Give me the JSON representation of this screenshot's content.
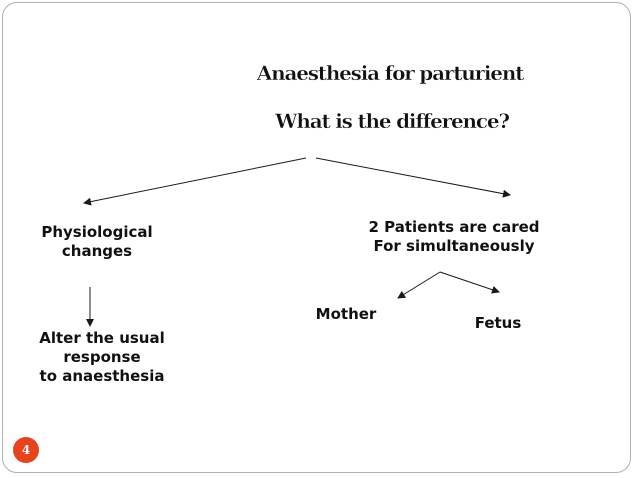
{
  "title": {
    "line1": "Anaesthesia for parturient",
    "line2": "What is the difference?"
  },
  "nodes": {
    "physiological": [
      "Physiological",
      "changes"
    ],
    "alter_response": [
      "Alter the usual",
      "response",
      "to anaesthesia"
    ],
    "two_patients": [
      "2 Patients are cared",
      "For simultaneously"
    ],
    "mother": "Mother",
    "fetus": "Fetus"
  },
  "page_number": "4",
  "colors": {
    "badge": "#e8431a",
    "text": "#111111",
    "frame_border": "#b0b0b0"
  }
}
